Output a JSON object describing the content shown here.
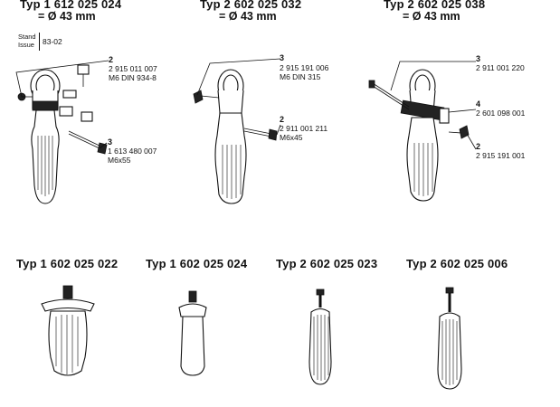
{
  "top_row": [
    {
      "type": "Typ 1 612 025 024",
      "diameter": "= Ø 43 mm"
    },
    {
      "type": "Typ 2 602 025 032",
      "diameter": "= Ø 43 mm"
    },
    {
      "type": "Typ 2 602 025 038",
      "diameter": "= Ø 43 mm"
    }
  ],
  "stand_issue": {
    "label_line1": "Stand",
    "label_line2": "Issue",
    "value": "83-02"
  },
  "callouts": {
    "h1_c2": {
      "num": "2",
      "part": "2 915 011 007",
      "spec": "M6 DIN 934-8"
    },
    "h1_c3": {
      "num": "3",
      "part": "1 613 480 007",
      "spec": "M6x55"
    },
    "h2_c3": {
      "num": "3",
      "part": "2 915 191 006",
      "spec": "M6 DIN 315"
    },
    "h2_c2": {
      "num": "2",
      "part": "2 911 001 211",
      "spec": "M6x45"
    },
    "h3_c3": {
      "num": "3",
      "part": "2 911 001 220"
    },
    "h3_c4": {
      "num": "4",
      "part": "2 601 098 001"
    },
    "h3_c2": {
      "num": "2",
      "part": "2 915 191 001"
    }
  },
  "bottom_row": [
    {
      "type": "Typ 1 602 025 022"
    },
    {
      "type": "Typ 1 602 025 024"
    },
    {
      "type": "Typ 2 602 025 023"
    },
    {
      "type": "Typ 2 602 025 006"
    }
  ]
}
